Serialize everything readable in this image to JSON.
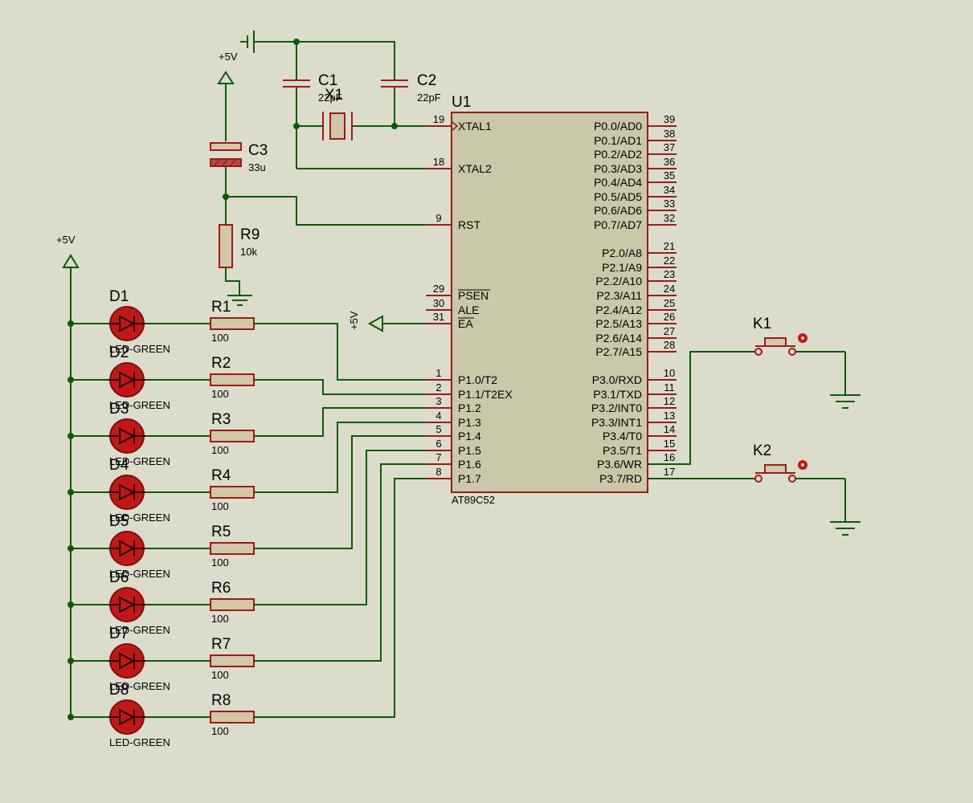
{
  "ic": {
    "ref": "U1",
    "part": "AT89C52",
    "left_pins": [
      {
        "num": "19",
        "name": "XTAL1"
      },
      {
        "num": "18",
        "name": "XTAL2"
      },
      {
        "num": "9",
        "name": "RST"
      },
      {
        "num": "29",
        "name": "PSEN"
      },
      {
        "num": "30",
        "name": "ALE"
      },
      {
        "num": "31",
        "name": "EA"
      },
      {
        "num": "1",
        "name": "P1.0/T2"
      },
      {
        "num": "2",
        "name": "P1.1/T2EX"
      },
      {
        "num": "3",
        "name": "P1.2"
      },
      {
        "num": "4",
        "name": "P1.3"
      },
      {
        "num": "5",
        "name": "P1.4"
      },
      {
        "num": "6",
        "name": "P1.5"
      },
      {
        "num": "7",
        "name": "P1.6"
      },
      {
        "num": "8",
        "name": "P1.7"
      }
    ],
    "right_pins": [
      {
        "num": "39",
        "name": "P0.0/AD0"
      },
      {
        "num": "38",
        "name": "P0.1/AD1"
      },
      {
        "num": "37",
        "name": "P0.2/AD2"
      },
      {
        "num": "36",
        "name": "P0.3/AD3"
      },
      {
        "num": "35",
        "name": "P0.4/AD4"
      },
      {
        "num": "34",
        "name": "P0.5/AD5"
      },
      {
        "num": "33",
        "name": "P0.6/AD6"
      },
      {
        "num": "32",
        "name": "P0.7/AD7"
      },
      {
        "num": "21",
        "name": "P2.0/A8"
      },
      {
        "num": "22",
        "name": "P2.1/A9"
      },
      {
        "num": "23",
        "name": "P2.2/A10"
      },
      {
        "num": "24",
        "name": "P2.3/A11"
      },
      {
        "num": "25",
        "name": "P2.4/A12"
      },
      {
        "num": "26",
        "name": "P2.5/A13"
      },
      {
        "num": "27",
        "name": "P2.6/A14"
      },
      {
        "num": "28",
        "name": "P2.7/A15"
      },
      {
        "num": "10",
        "name": "P3.0/RXD"
      },
      {
        "num": "11",
        "name": "P3.1/TXD"
      },
      {
        "num": "12",
        "name": "P3.2/INT0"
      },
      {
        "num": "13",
        "name": "P3.3/INT1"
      },
      {
        "num": "14",
        "name": "P3.4/T0"
      },
      {
        "num": "15",
        "name": "P3.5/T1"
      },
      {
        "num": "16",
        "name": "P3.6/WR"
      },
      {
        "num": "17",
        "name": "P3.7/RD"
      }
    ]
  },
  "crystal": {
    "ref": "X1"
  },
  "capacitors": [
    {
      "ref": "C1",
      "value": "22pF"
    },
    {
      "ref": "C2",
      "value": "22pF"
    },
    {
      "ref": "C3",
      "value": "33u"
    }
  ],
  "reset_resistor": {
    "ref": "R9",
    "value": "10k"
  },
  "power_labels": {
    "top": "+5V",
    "led_rail": "+5V",
    "ea": "+5V"
  },
  "leds": [
    {
      "ref": "D1",
      "value": "LED-GREEN"
    },
    {
      "ref": "D2",
      "value": "LED-GREEN"
    },
    {
      "ref": "D3",
      "value": "LED-GREEN"
    },
    {
      "ref": "D4",
      "value": "LED-GREEN"
    },
    {
      "ref": "D5",
      "value": "LED-GREEN"
    },
    {
      "ref": "D6",
      "value": "LED-GREEN"
    },
    {
      "ref": "D7",
      "value": "LED-GREEN"
    },
    {
      "ref": "D8",
      "value": "LED-GREEN"
    }
  ],
  "led_resistors": [
    {
      "ref": "R1",
      "value": "100"
    },
    {
      "ref": "R2",
      "value": "100"
    },
    {
      "ref": "R3",
      "value": "100"
    },
    {
      "ref": "R4",
      "value": "100"
    },
    {
      "ref": "R5",
      "value": "100"
    },
    {
      "ref": "R6",
      "value": "100"
    },
    {
      "ref": "R7",
      "value": "100"
    },
    {
      "ref": "R8",
      "value": "100"
    }
  ],
  "buttons": [
    {
      "ref": "K1"
    },
    {
      "ref": "K2"
    }
  ],
  "colors": {
    "background": "#dcdccc",
    "wire": "#0b5a0b",
    "component_outline": "#9b1b1b",
    "ic_body": "#c9c9aa",
    "resistor_body": "#d2c7a6",
    "led_fill": "#c01818"
  }
}
